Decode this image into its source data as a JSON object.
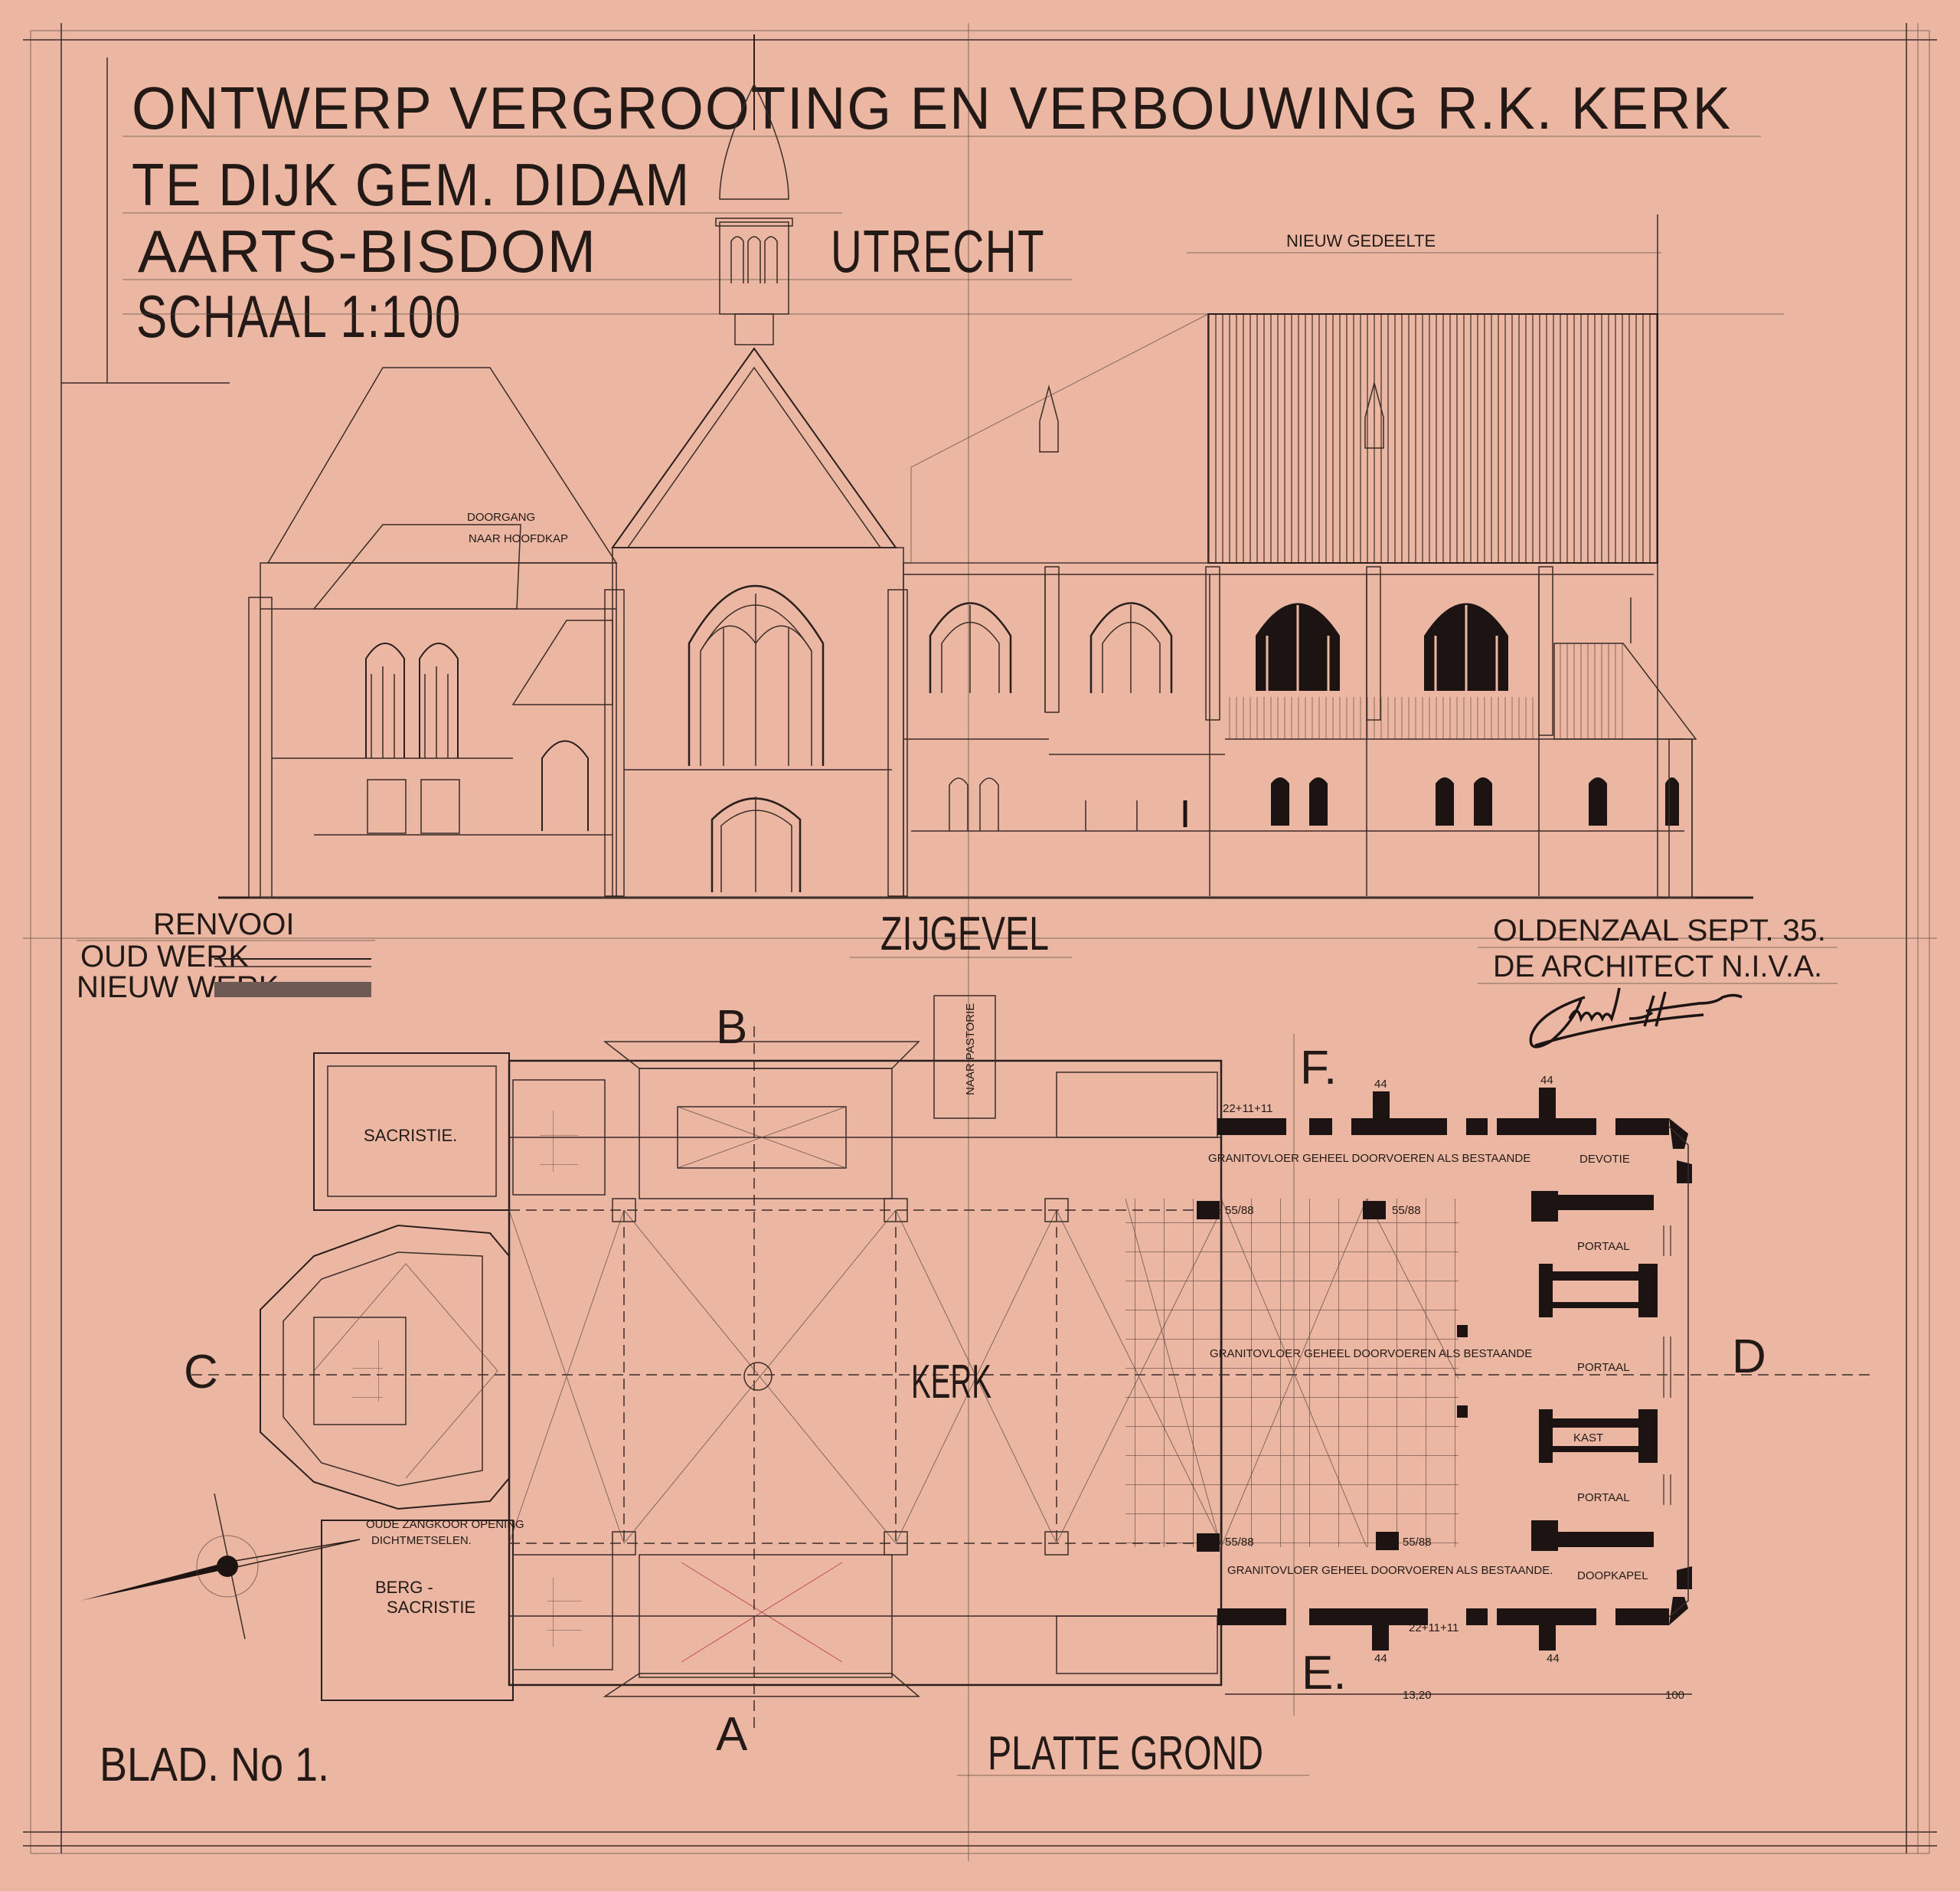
{
  "title": {
    "line1": "ONTWERP VERGROOTING EN VERBOUWING R.K. KERK",
    "line2": "TE DIJK GEM. DIDAM",
    "line3_left": "AARTS-BISDOM",
    "line3_right": "UTRECHT",
    "scale": "SCHAAL 1:100"
  },
  "elevation": {
    "label": "ZIJGEVEL",
    "new_part": "NIEUW GEDEELTE",
    "passage": [
      "DOORGANG",
      "NAAR HOOFDKAP"
    ]
  },
  "legend": {
    "title": "RENVOOI",
    "old_work": "OUD WERK",
    "new_work": "NIEUW WERK"
  },
  "signature_block": {
    "place_date": "OLDENZAAL SEPT. 35.",
    "architect": "DE ARCHITECT N.I.V.A.",
    "signature": "Clemens Hardeman"
  },
  "plan": {
    "label": "PLATTE GROND",
    "sheet": "BLAD. No 1.",
    "sections": {
      "a": "A",
      "b": "B",
      "c": "C",
      "d": "D",
      "e": "E.",
      "f": "F."
    },
    "rooms": {
      "church": "KERK",
      "sacristy": "SACRISTIE.",
      "store_sacristy": [
        "BERG -",
        "SACRISTIE"
      ],
      "devotion": "DEVOTIE",
      "porch1": "PORTAAL",
      "porch2": "PORTAAL",
      "porch3": "PORTAAL",
      "cupboard": "KAST",
      "baptistery": "DOOPKAPEL",
      "rectory": "NAAR PASTORIE"
    },
    "notes": {
      "floor1": "GRANITOVLOER GEHEEL DOORVOEREN ALS BESTAANDE",
      "floor2": "GRANITOVLOER GEHEEL DOORVOEREN ALS BESTAANDE",
      "floor3": "GRANITOVLOER GEHEEL DOORVOEREN ALS BESTAANDE.",
      "choir": [
        "OUDE ZANGKOOR OPENING",
        "DICHTMETSELEN."
      ]
    },
    "dimensions": {
      "wall_top": "22+11+11",
      "wall_bottom": "22+11+11",
      "buttress_a": "44",
      "buttress_b": "44",
      "buttress_c": "44",
      "buttress_d": "44",
      "pier_a": "55/88",
      "pier_b": "55/88",
      "pier_c": "55/88",
      "pier_d": "55/88",
      "length": "13,20",
      "end": "100"
    }
  },
  "colors": {
    "paper": "#ecb7a2",
    "ink": "#231a17",
    "new_work_fill": "#6e5a55"
  }
}
